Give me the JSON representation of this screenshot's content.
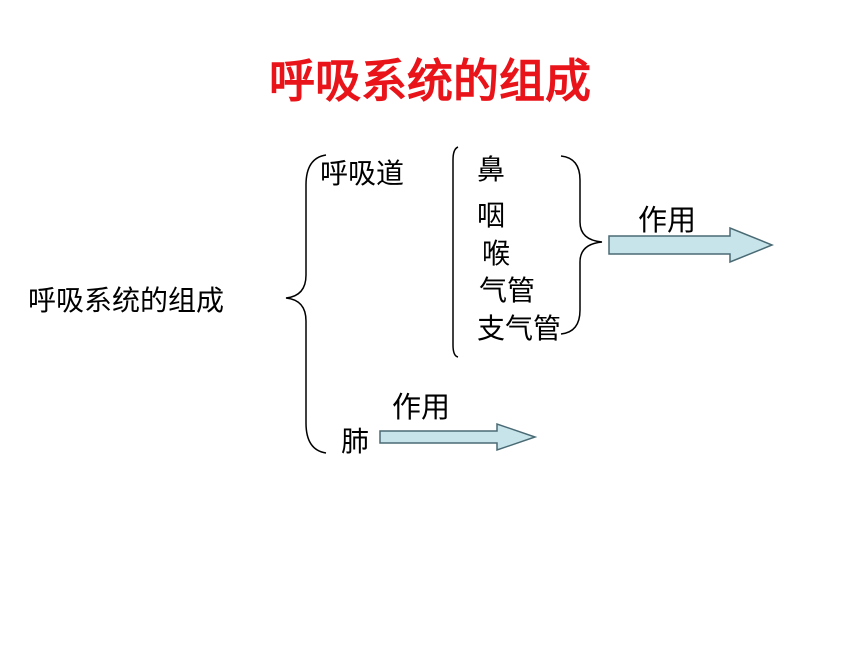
{
  "title": "呼吸系统的组成",
  "root": "呼吸系统的组成",
  "respiratory_tract": {
    "label": "呼吸道",
    "parts": [
      "鼻",
      "咽",
      "喉",
      "气管",
      "支气管"
    ],
    "arrow_label": "作用"
  },
  "lung": {
    "label": "肺",
    "arrow_label": "作用"
  },
  "colors": {
    "title": "#e8141a",
    "text": "#000000",
    "arrow_fill": "#c6e4ea",
    "arrow_stroke": "#4a6a74"
  }
}
